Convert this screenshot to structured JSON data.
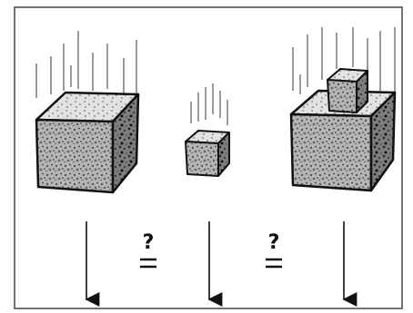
{
  "figure": {
    "comparison_1": {
      "question": "?",
      "symbol": "="
    },
    "comparison_2": {
      "question": "?",
      "symbol": "="
    },
    "objects": [
      {
        "name": "large-block",
        "description_icon": "falling-large-stone-cube-icon"
      },
      {
        "name": "small-block",
        "description_icon": "falling-small-stone-cube-icon"
      },
      {
        "name": "combined-blocks",
        "description_icon": "falling-stacked-stone-cubes-icon"
      }
    ],
    "colors": {
      "ink": "#111111",
      "stone_fill": "#9a9a9a",
      "stone_light": "#d9d9d9",
      "border": "#444444"
    }
  }
}
